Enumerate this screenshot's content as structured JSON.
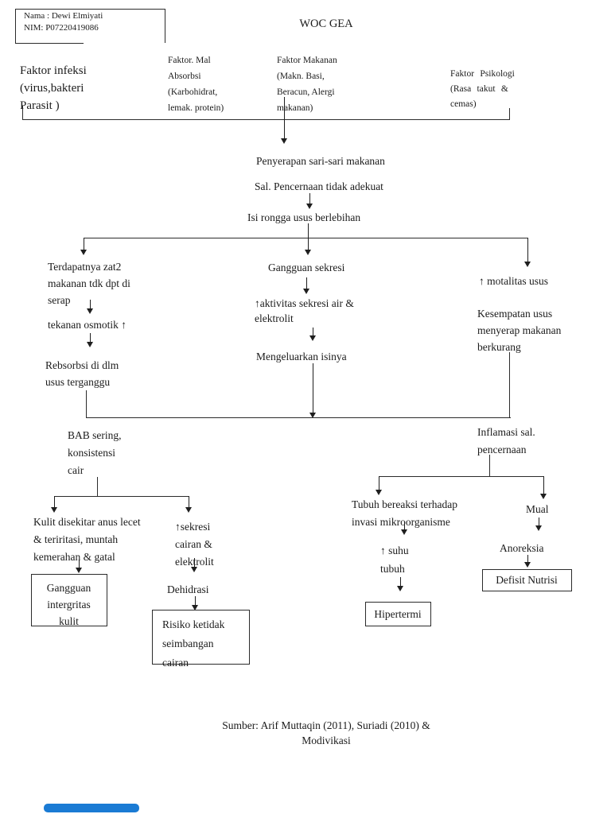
{
  "meta": {
    "student_name": "Nama : Dewi Elmiyati",
    "student_nim": "NIM: P07220419086",
    "title": "WOC GEA",
    "source": "Sumber: Arif Muttaqin (2011), Suriadi (2010) &\nModivikasi"
  },
  "factors": {
    "infeksi": "Faktor infeksi\n(virus,bakteri\nParasit )",
    "mal_absorbsi": "Faktor. Mal\nAbsorbsi\n(Karbohidrat,\nlemak. protein)",
    "makanan": "Faktor Makanan\n(Makn. Basi,\nBeracun, Alergi\nmakanan)",
    "psikologi": "Faktor Psikologi\n(Rasa takut &\ncemas)"
  },
  "flow": {
    "penyerapan": "Penyerapan sari-sari makanan",
    "sal_pencernaan": "Sal. Pencernaan tidak adekuat",
    "isi_rongga": "Isi rongga usus berlebihan"
  },
  "left_branch": {
    "terdapatnya": "Terdapatnya zat2\nmakanan tdk dpt di\nserap",
    "tekanan_osmotik": "tekanan osmotik ↑",
    "rebsorbsi": "Rebsorbsi di dlm\nusus terganggu",
    "bab_sering": "BAB sering,\nkonsistensi\ncair",
    "kulit": "Kulit disekitar anus lecet\n& teriritasi, muntah\nkemerahan & gatal",
    "gangguan_integritas": "Gangguan\nintergritas\nkulit",
    "sekresi_cairan": "↑sekresi\ncairan &\nelektrolit",
    "dehidrasi": "Dehidrasi",
    "risiko": "Risiko ketidak\nseimbangan\ncairan"
  },
  "middle_branch": {
    "gangguan_sekresi": "Gangguan sekresi",
    "aktivitas_sekresi": "↑aktivitas sekresi air &\nelektrolit",
    "mengeluarkan": "Mengeluarkan isinya"
  },
  "right_branch": {
    "motalitas": "↑ motalitas usus",
    "kesempatan": "Kesempatan usus\nmenyerap makanan\nberkurang",
    "inflamasi": "Inflamasi sal.\npencernaan",
    "tubuh_bereaksi": "Tubuh bereaksi terhadap\ninvasi mikroorganisme",
    "suhu_tubuh": "↑ suhu\ntubuh",
    "hipertermi": "Hipertermi",
    "mual": "Mual",
    "anoreksia": "Anoreksia",
    "defisit_nutrisi": "Defisit Nutrisi"
  },
  "colors": {
    "ink": "#1b1b1b",
    "accent_bar": "#1a7bd4"
  }
}
